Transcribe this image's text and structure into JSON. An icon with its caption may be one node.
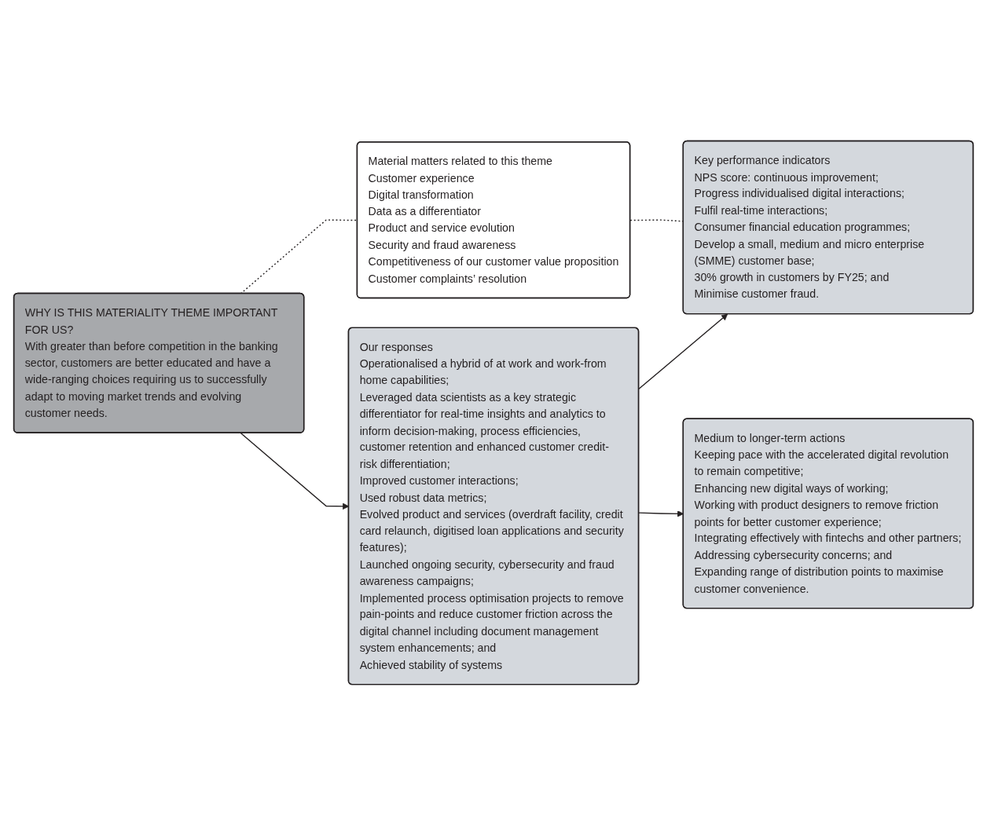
{
  "diagram": {
    "nodes": [
      {
        "text": [
          "WHY IS THIS MATERIALITY THEME IMPORTANT FOR US?",
          "With greater than before competition in the banking sector, customers are better educated and have a wide-ranging choices requiring us to successfully adapt to moving market trends and evolving customer needs."
        ]
      },
      {
        "text": [
          "Material matters related to this theme",
          "Customer experience",
          "Digital transformation",
          "Data as a differentiator",
          "Product and service evolution",
          "Security and fraud awareness",
          "Competitiveness of our customer value proposition",
          "Customer complaints’ resolution"
        ]
      },
      {
        "text": [
          "Our responses",
          "Operationalised a hybrid of at work and work-from home capabilities;",
          "Leveraged data scientists as a key strategic differentiator for real-time insights and analytics to inform decision-making, process efficiencies, customer retention and enhanced customer credit-risk differentiation;",
          "Improved customer interactions;",
          "Used robust data metrics;",
          "Evolved product and services (overdraft facility, credit card relaunch, digitised loan applications and security features);",
          "Launched ongoing security, cybersecurity and fraud awareness campaigns;",
          "Implemented process optimisation projects to remove pain-points and reduce customer friction across the digital channel including document management system enhancements; and",
          "Achieved stability of systems"
        ]
      },
      {
        "text": [
          "Key performance indicators",
          "NPS score: continuous improvement;",
          "Progress individualised digital interactions;",
          "Fulfil real-time interactions;",
          "Consumer financial education programmes;",
          "Develop a small, medium and micro enterprise (SMME) customer base;",
          "30% growth in customers by FY25; and",
          "Minimise customer fraud."
        ]
      },
      {
        "text": [
          "Medium to longer-term actions",
          "Keeping pace with the accelerated digital revolution to remain competitive;",
          "Enhancing new digital ways of working;",
          "Working with product designers to remove friction points for better customer experience;",
          "Integrating effectively with fintechs and other partners;",
          "Addressing cybersecurity concerns; and",
          "Expanding range of distribution points to maximise customer convenience."
        ]
      }
    ],
    "edges": [
      {
        "from": 0,
        "to": 1,
        "arrow": "none",
        "style": "dashed"
      },
      {
        "from": 0,
        "to": 2,
        "arrow": "to"
      },
      {
        "from": 1,
        "to": 3,
        "arrow": "none",
        "style": "dashed"
      },
      {
        "from": 2,
        "to": 3,
        "arrow": "to"
      },
      {
        "from": 2,
        "to": 4,
        "arrow": "to"
      }
    ]
  }
}
